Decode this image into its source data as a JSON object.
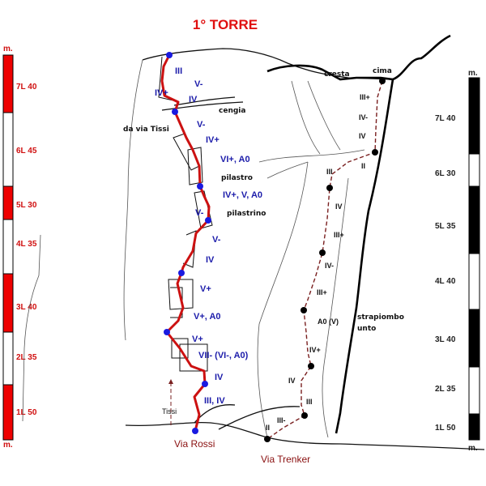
{
  "title": "1° TORRE",
  "colors": {
    "rossi_route": "#cc1111",
    "belay_rossi": "#1a1ae0",
    "grade_rossi": "#1c1caa",
    "title": "#e01010",
    "scale_red": "#ee0000",
    "scale_black": "#000000"
  },
  "left_scale": {
    "unit_top": "m.",
    "unit_bottom": "m.",
    "pitches": [
      "7L 40",
      "6L 45",
      "5L 30",
      "4L 35",
      "3L 40",
      "2L 35",
      "1L 50"
    ]
  },
  "right_scale": {
    "unit_top": "m.",
    "unit_bottom": "m.",
    "pitches": [
      "7L 40",
      "6L 30",
      "5L 35",
      "4L 40",
      "3L 40",
      "2L 35",
      "1L 50"
    ]
  },
  "via_rossi": {
    "name": "Via Rossi",
    "grades": [
      "III",
      "V-",
      "IV+",
      "IV",
      "V-",
      "IV+",
      "VI+, A0",
      "IV+, V, A0",
      "V-",
      "V-",
      "IV",
      "V+",
      "V+, A0",
      "V+",
      "VII- (VI-, A0)",
      "IV",
      "III, IV"
    ]
  },
  "via_trenker": {
    "name": "Via Trenker",
    "grades": [
      "III+",
      "IV-",
      "IV",
      "II",
      "III",
      "IV",
      "III+",
      "IV-",
      "III+",
      "A0 (V)",
      "IV+",
      "IV",
      "III",
      "III-",
      "II"
    ]
  },
  "places": {
    "cengia": "cengia",
    "da_via_tissi": "da via Tissi",
    "pilastro": "pilastro",
    "pilastrino": "pilastrino",
    "cresta": "cresta",
    "cima": "cima",
    "strapiombo": "strapiombo",
    "unto": "unto",
    "tissi": "Tissi"
  }
}
